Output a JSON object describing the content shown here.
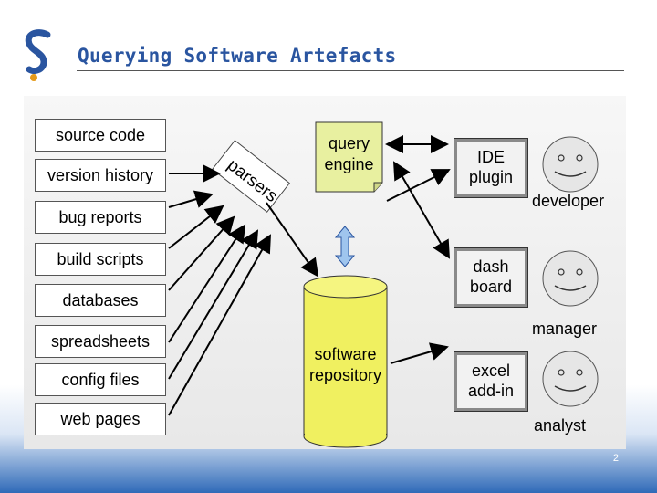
{
  "slide": {
    "title": "Querying Software Artefacts",
    "page_number": "2"
  },
  "sources": [
    "source code",
    "version history",
    "bug reports",
    "build scripts",
    "databases",
    "spreadsheets",
    "config files",
    "web pages"
  ],
  "parsers_label": "parsers",
  "query_engine": "query engine",
  "repository": "software repository",
  "tools": {
    "ide": "IDE plugin",
    "dashboard": "dash board",
    "excel": "excel add-in"
  },
  "users": {
    "developer": "developer",
    "manager": "manager",
    "analyst": "analyst"
  },
  "colors": {
    "title": "#2a55a0",
    "repository_fill": "#f0f060",
    "query_engine_fill": "#e8f0a0",
    "accent_blue": "#2f6ab8"
  }
}
